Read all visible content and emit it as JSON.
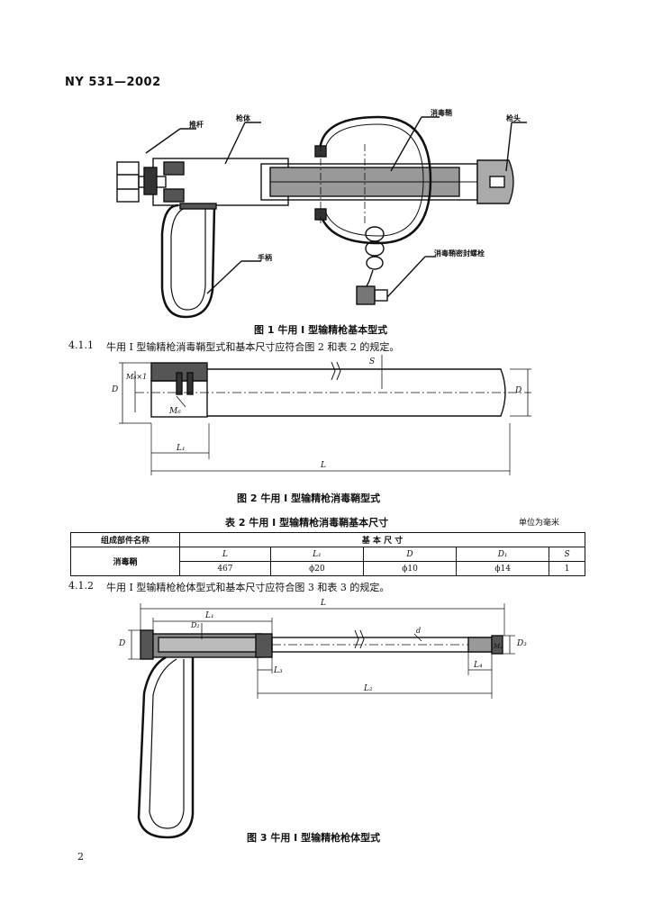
{
  "header": {
    "standard_number": "NY 531—2002"
  },
  "figure1": {
    "labels": {
      "push_rod": "推杆",
      "gun_body": "枪体",
      "sterile_sheath": "消毒鞘",
      "gun_head": "枪头",
      "handle": "手柄",
      "sheath_seal_bolt": "消毒鞘密封螺栓"
    },
    "caption": "图 1   牛用 I 型输精枪基本型式"
  },
  "para_4_1_1": {
    "number": "4.1.1",
    "text": "牛用 I 型输精枪消毒鞘型式和基本尺寸应符合图 2 和表 2 的规定。"
  },
  "figure2": {
    "dims": {
      "D": "D",
      "M": "M₆×1",
      "M2": "M₆",
      "L1": "L₁",
      "L": "L",
      "S": "S",
      "D_right": "D"
    },
    "caption": "图 2   牛用 I 型输精枪消毒鞘型式"
  },
  "table2": {
    "title": "表 2   牛用 I 型输精枪消毒鞘基本尺寸",
    "unit": "单位为毫米",
    "col_component": "组成部件名称",
    "col_basic": "基 本 尺 寸",
    "component": "消毒鞘",
    "headers": [
      "L",
      "L₁",
      "D",
      "D₁",
      "S"
    ],
    "values": [
      "467",
      "ϕ20",
      "ϕ10",
      "ϕ14",
      "1"
    ]
  },
  "para_4_1_2": {
    "number": "4.1.2",
    "text": "牛用 I 型输精枪枪体型式和基本尺寸应符合图 3 和表 3 的规定。"
  },
  "figure3": {
    "dims": {
      "L": "L",
      "L1": "L₁",
      "D": "D",
      "D2": "D₂",
      "d": "d",
      "D3": "D₃",
      "L3": "L₃",
      "L2": "L₂",
      "L4": "L₄",
      "M": "M₆"
    },
    "caption": "图 3   牛用 I 型输精枪枪体型式"
  },
  "footer": {
    "page_number": "2"
  }
}
